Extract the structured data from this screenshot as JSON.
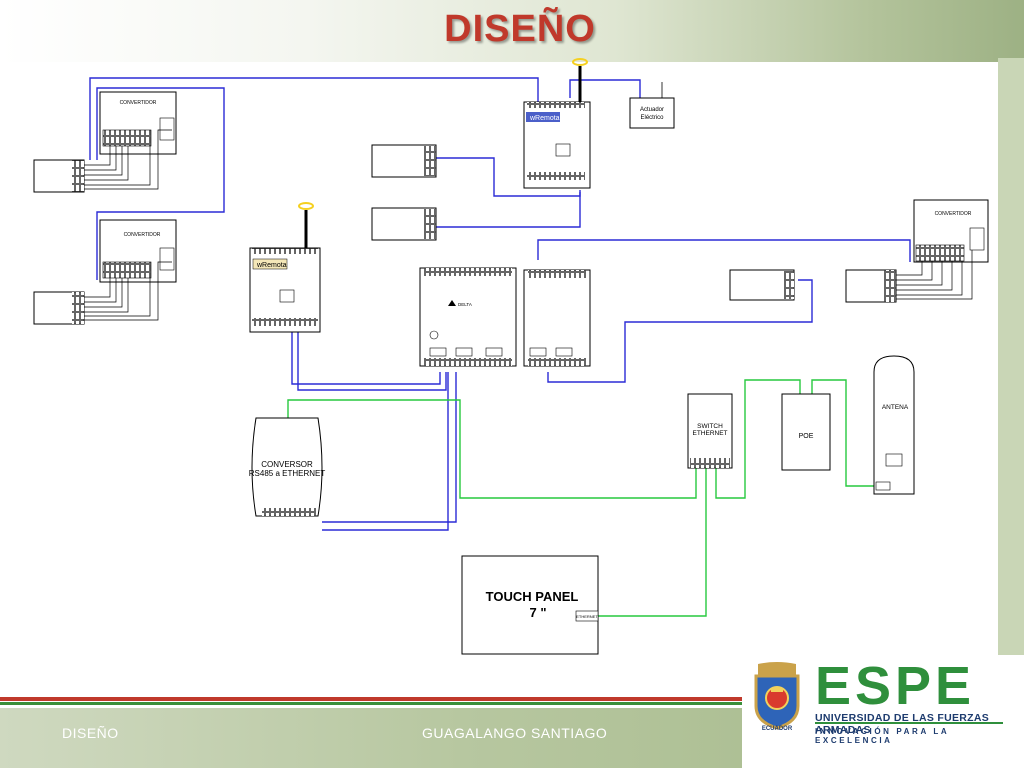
{
  "slide": {
    "title": "DISEÑO",
    "footer_left": "DISEÑO",
    "footer_center": "GUAGALANGO SANTIAGO"
  },
  "diagram": {
    "convertidor_left_top": "CONVERTIDOR",
    "convertidor_left_bottom": "CONVERTIDOR",
    "convertidor_right": "CONVERTIDOR",
    "wremota_top": "wRemota",
    "wremota_left": "wRemota",
    "actuador": "Actuador Eléctrico",
    "conversor": "CONVERSOR RS485 a ETHERNET",
    "switch": "SWITCH ETHERNET",
    "poe": "POE",
    "antena": "ANTENA",
    "touch_panel_line1": "TOUCH PANEL",
    "touch_panel_line2": "7 \"",
    "ethernet_port": "ETHERNET",
    "delta": "DELTA"
  },
  "logo": {
    "name": "ESPE",
    "subtitle": "UNIVERSIDAD DE LAS FUERZAS ARMADAS",
    "motto": "INNOVACIÓN PARA LA EXCELENCIA",
    "seal_label": "ECUADOR"
  },
  "colors": {
    "title": "#c0392b",
    "blue_wire": "#2b2bd6",
    "green_wire": "#27c93f",
    "brand_green": "#2f8f3c",
    "brand_blue": "#1d3b6e"
  }
}
